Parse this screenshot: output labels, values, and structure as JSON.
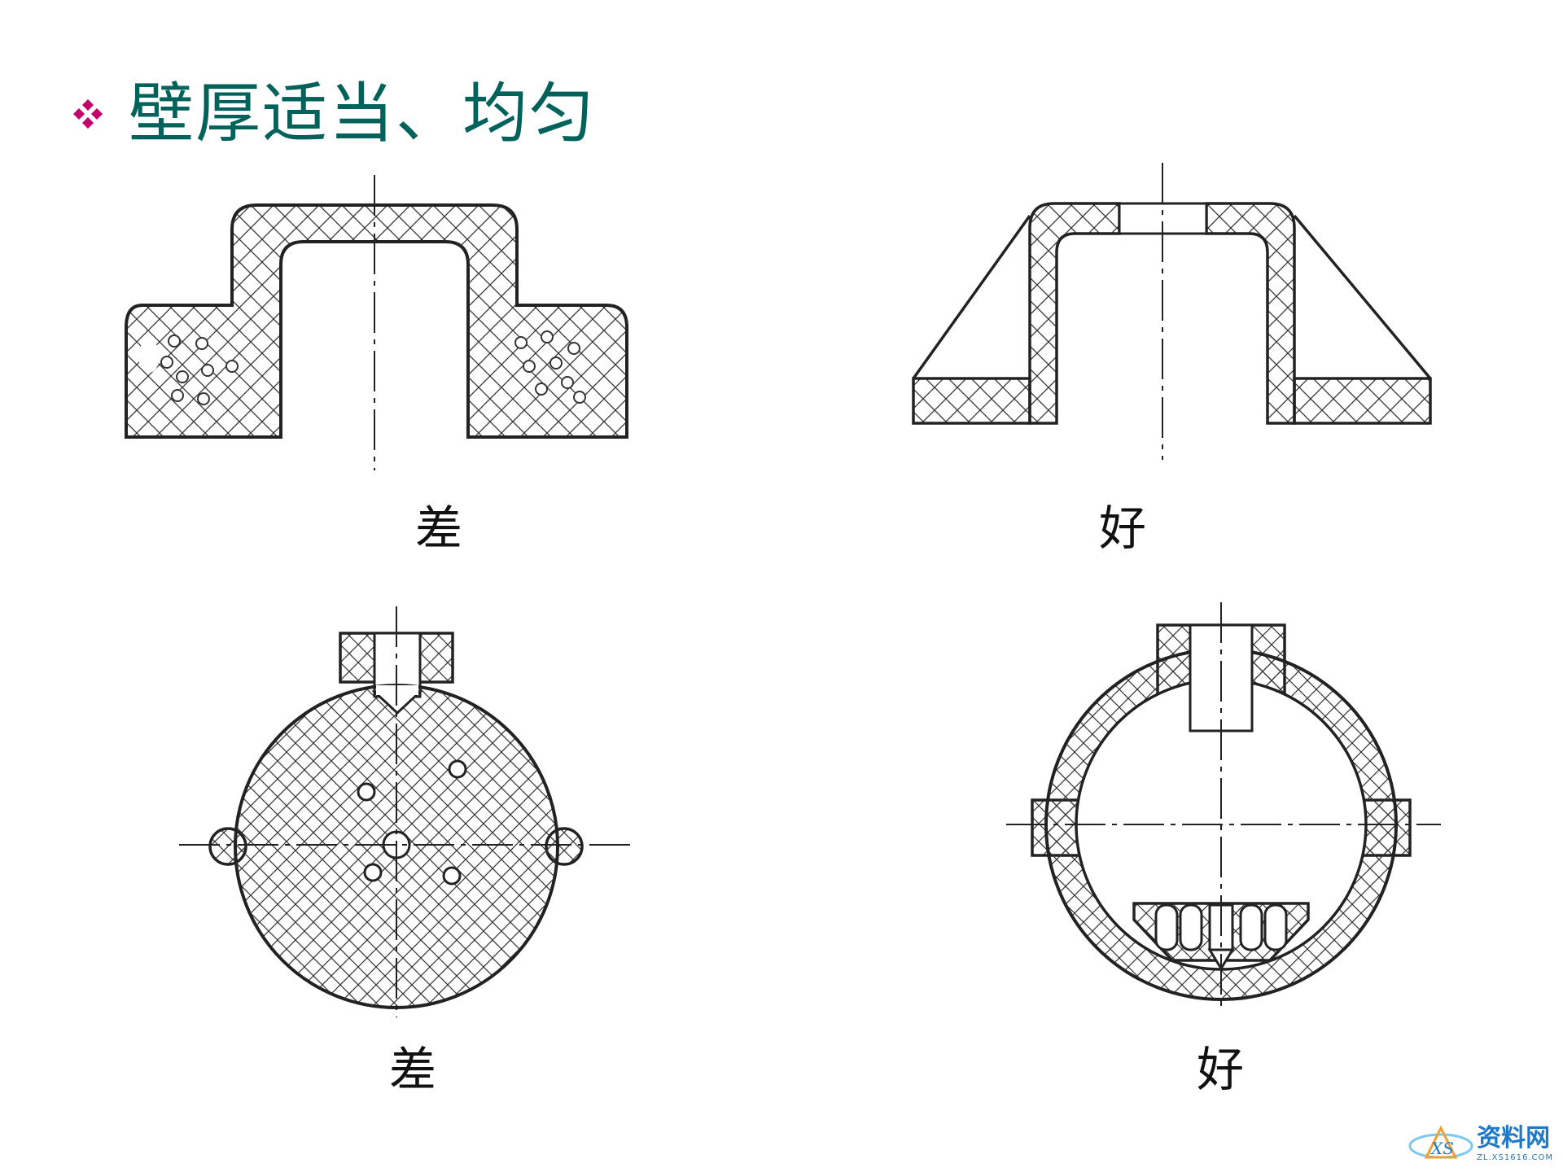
{
  "slide": {
    "title": "壁厚适当、均匀",
    "bullet_icon": "four-diamond-bullet-icon",
    "accent_color": "#c4006c",
    "title_color": "#00625a"
  },
  "panels": [
    {
      "id": "top-left",
      "caption": "差"
    },
    {
      "id": "top-right",
      "caption": "好"
    },
    {
      "id": "bottom-left",
      "caption": "差"
    },
    {
      "id": "bottom-right",
      "caption": "好"
    }
  ],
  "watermark": {
    "main": "资料网",
    "sub": "ZL.XS1616.COM",
    "logo_icon": "xs-logo-icon"
  }
}
